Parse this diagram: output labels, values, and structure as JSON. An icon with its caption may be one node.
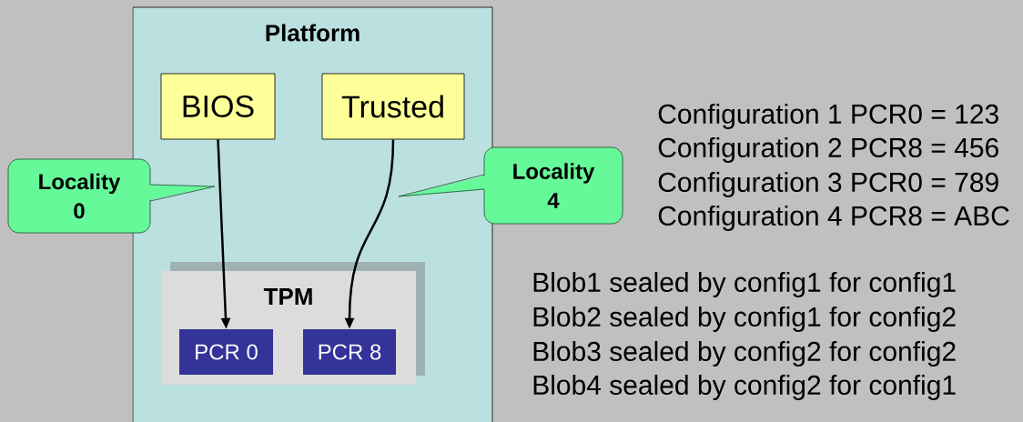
{
  "diagram": {
    "nodes": [
      {
        "text": [
          "Platform"
        ]
      },
      {
        "text": [
          "BIOS"
        ],
        "in": 0
      },
      {
        "text": [
          "Trusted"
        ],
        "in": 0
      },
      {
        "text": [
          "TPM"
        ],
        "in": 0
      },
      {
        "text": [
          "PCR 0"
        ],
        "in": 3
      },
      {
        "text": [
          "PCR 8"
        ],
        "in": 3
      },
      {
        "text": [
          "Locality 0"
        ]
      },
      {
        "text": [
          "Locality 4"
        ]
      }
    ],
    "edges": [
      {
        "from": 1,
        "to": 4,
        "arrow": "to"
      },
      {
        "from": 2,
        "to": 5,
        "arrow": "to"
      }
    ],
    "labels": [
      "Configuration 1 PCR0 = 123",
      "Configuration 2 PCR8 = 456",
      "Configuration 3 PCR0 = 789",
      "Configuration 4 PCR8 = ABC",
      "Blob1 sealed by config1 for config1",
      "Blob2 sealed by config1 for config2",
      "Blob3 sealed by config2 for config2",
      "Blob4 sealed by config2 for config1"
    ]
  }
}
